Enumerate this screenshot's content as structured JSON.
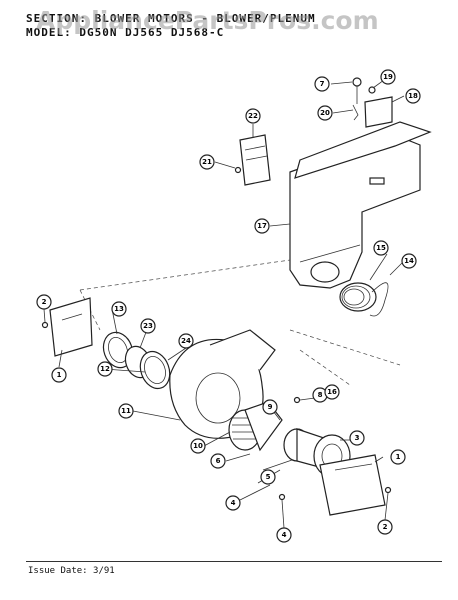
{
  "header": {
    "section_line": "SECTION: BLOWER MOTORS - BLOWER/PLENUM",
    "model_line": "MODEL: DG50N  DJ565  DJ568-C"
  },
  "watermark": "AppliancePartsPros.com",
  "footer": {
    "issue": "Issue Date: 3/91"
  },
  "callouts": [
    "1",
    "1",
    "2",
    "2",
    "3",
    "4",
    "4",
    "6",
    "7",
    "8",
    "9",
    "10",
    "11",
    "12",
    "13",
    "15",
    "16",
    "17",
    "18",
    "19",
    "20",
    "21",
    "22",
    "23",
    "24",
    "14"
  ]
}
